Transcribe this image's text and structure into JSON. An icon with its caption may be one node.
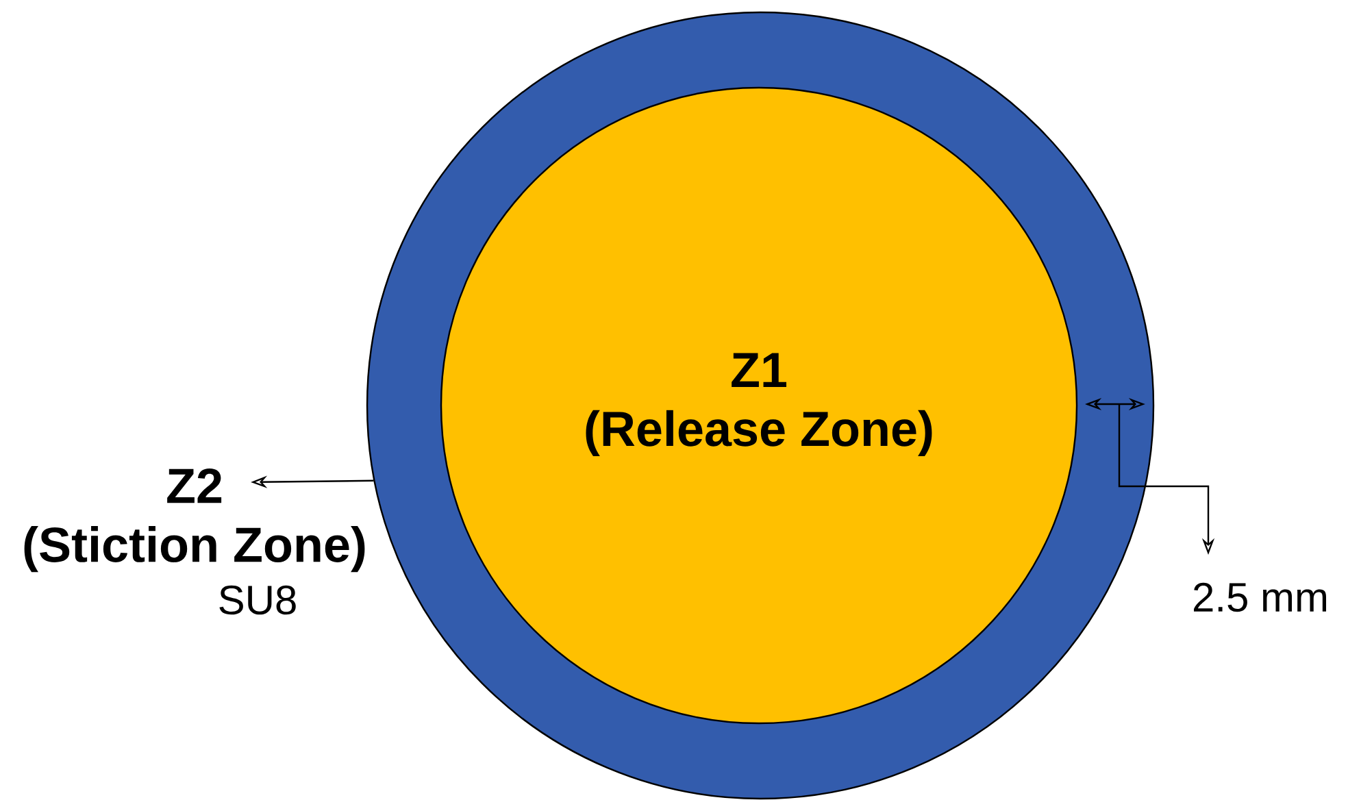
{
  "diagram": {
    "nodes": [
      {
        "text": [],
        "shape": "circle"
      },
      {
        "text": [
          "Z1",
          "(Release Zone)"
        ],
        "in": 0
      },
      {
        "text": [
          "Z2",
          "(Stiction Zone)",
          "SU8"
        ]
      }
    ],
    "edges": [
      {
        "from": 0,
        "to": 2,
        "arrow": "to"
      }
    ],
    "labels": [
      "2.5 mm"
    ]
  }
}
